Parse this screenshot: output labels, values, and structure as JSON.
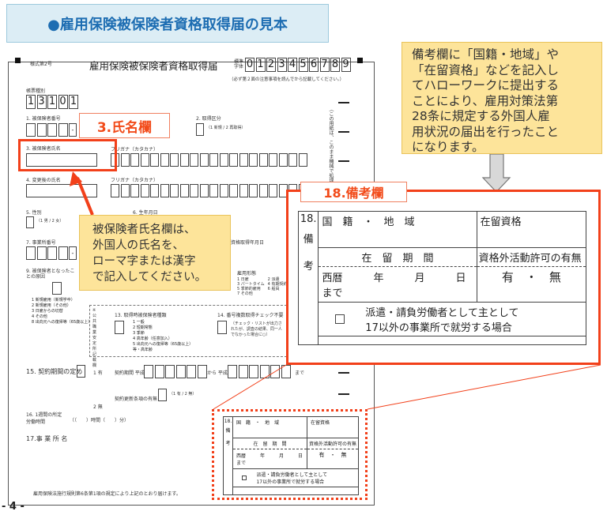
{
  "header": {
    "title": "●雇用保険被保険者資格取得届の見本"
  },
  "form": {
    "form_no": "様式第2号",
    "title": "雇用保険被保険者資格取得届",
    "digits_label": "標準字体",
    "digits": [
      "0",
      "1",
      "2",
      "3",
      "4",
      "5",
      "6",
      "7",
      "8",
      "9"
    ],
    "instruction": "（必ず第２面の注意事項を読んでから記載してください。）",
    "form_type_label": "帳票種別",
    "form_type": [
      "1",
      "3",
      "1",
      "0",
      "1"
    ],
    "f1": "1. 被保険者番号",
    "f2": "2. 取得区分",
    "f2_opts": "（1 新規 / 2 再取得）",
    "f3": "3. 被保険者氏名",
    "furigana": "フリガナ（カタカナ）",
    "f4": "4. 変更後の氏名",
    "f5": "5. 性別",
    "f5_opts": "（1 男 / 2 女）",
    "f6": "6. 生年月日",
    "f7": "7. 事業所番号",
    "f8": "資格取得年月日",
    "f9": "9. 被保険者となったことの原因",
    "f9_opts": [
      "1 新規雇用（新規学卒）",
      "2 新規雇用（その他）",
      "3 日雇からの切替",
      "4 その他",
      "8 出向元への復帰等（65歳以上）"
    ],
    "f12": "雇用形態",
    "f12_opts": [
      "1 日雇",
      "2 派遣",
      "3 パートタイム",
      "4 有期契約",
      "5 季節的雇用",
      "6 船員",
      "7 その他"
    ],
    "office_only": "※公共職業安定所記載欄",
    "f13": "13. 取得時被保険者種類",
    "f13_opts": [
      "1 一般",
      "2 短期常態",
      "3 季節",
      "4 高年齢（任意加入）",
      "5 出向元への復帰等（65歳以上）",
      "等・高年齢"
    ],
    "f14": "14. 番号複数取得チェック不要",
    "f14_note": "（チェック・リストが出力されたが、調査の結果、同一人でなかった場合に○）",
    "f15": "15. 契約期間の定め",
    "f15_yes": "1 有",
    "f15_no": "2 無",
    "f15_period": "契約期間 平成",
    "f15_from": "から 平成",
    "f15_to": "まで",
    "f15_renew": "契約更新条項の有無",
    "f15_renew_opts": "（1 有 / 2 無）",
    "f16": "16. 1週間の所定労働時間",
    "f16_val": "（（　　）時間（　　）分）",
    "f17": "17.事 業 所 名",
    "footer": "雇用保険法施行規則第6条第1項の規定により上記のとおり届けます。",
    "side_text": "（この用紙は、このまま機械で処理しますので、汚さないようにしてください。）"
  },
  "callouts": {
    "name_label": "3.氏名欄",
    "name_note": [
      "被保険者氏名欄は、",
      "外国人の氏名を、",
      "ローマ字または漢字",
      "で記入してください。"
    ],
    "remarks_label": "18.備考欄",
    "remarks_note": [
      "備考欄に「国籍・地域」や",
      "「在留資格」などを記入し",
      "てハローワークに提出する",
      "ことにより、雇用対策法第",
      "28条に規定する外国人雇",
      "用状況の届出を行ったこと",
      "になります。"
    ]
  },
  "remarks_table": {
    "num": "18.",
    "side": [
      "備",
      "考"
    ],
    "nationality": "国　籍　・　地　域",
    "status": "在留資格",
    "period": "在　留　期　間",
    "permit": "資格外活動許可の有無",
    "date": "西暦　　　年　　　月　　　日まで",
    "permit_val": "有　・　無",
    "dispatch": [
      "派遣・請負労働者として主として",
      "17以外の事業所で就労する場合"
    ]
  },
  "page_number": "- 4 -",
  "colors": {
    "accent_red": "#f2401a",
    "note_yellow": "#fde49a",
    "title_blue": "#1d6db2"
  }
}
